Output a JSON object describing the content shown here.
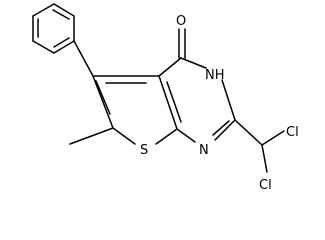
{
  "molecule": {
    "atoms": {
      "oxygen": "O",
      "nh": "NH",
      "sulfur": "S",
      "nitrogen": "N",
      "chlorine_top": "Cl",
      "chlorine_bottom": "Cl"
    }
  }
}
